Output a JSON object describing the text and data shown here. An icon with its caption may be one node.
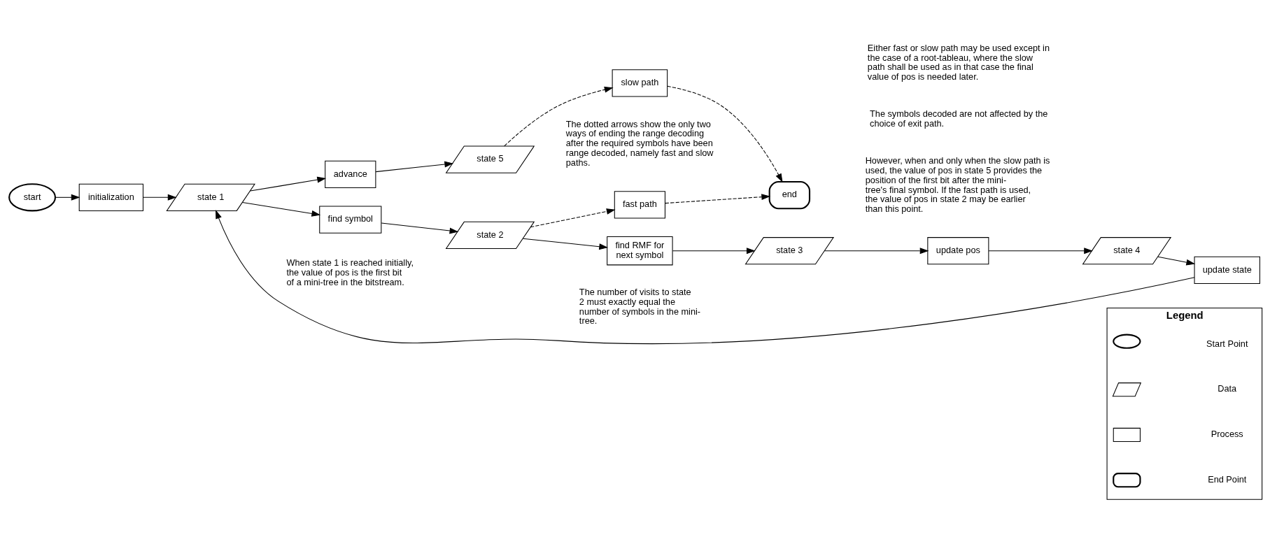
{
  "diagram": {
    "nodes": [
      {
        "text": [
          "start"
        ]
      },
      {
        "text": [
          "initialization"
        ]
      },
      {
        "text": [
          "state 1"
        ]
      },
      {
        "text": [
          "advance"
        ]
      },
      {
        "text": [
          "find symbol"
        ]
      },
      {
        "text": [
          "state 5"
        ]
      },
      {
        "text": [
          "slow path"
        ]
      },
      {
        "text": [
          "fast path"
        ]
      },
      {
        "text": [
          "state 2"
        ]
      },
      {
        "text": [
          "end"
        ]
      },
      {
        "text": [
          "find RMF for next symbol"
        ]
      },
      {
        "text": [
          "state 3"
        ]
      },
      {
        "text": [
          "update pos"
        ]
      },
      {
        "text": [
          "state 4"
        ]
      },
      {
        "text": [
          "update state"
        ]
      },
      {
        "text": [
          "Legend"
        ]
      }
    ],
    "edges": [
      {
        "from": 0,
        "to": 1,
        "arrow": "to"
      },
      {
        "from": 1,
        "to": 2,
        "arrow": "to"
      },
      {
        "from": 2,
        "to": 3,
        "arrow": "to"
      },
      {
        "from": 2,
        "to": 4,
        "arrow": "to"
      },
      {
        "from": 3,
        "to": 5,
        "arrow": "to"
      },
      {
        "from": 5,
        "to": 6,
        "arrow": "to",
        "style": "dashed"
      },
      {
        "from": 4,
        "to": 8,
        "arrow": "to"
      },
      {
        "from": 8,
        "to": 7,
        "arrow": "to",
        "style": "dashed"
      },
      {
        "from": 6,
        "to": 9,
        "arrow": "to",
        "style": "dashed"
      },
      {
        "from": 7,
        "to": 9,
        "arrow": "to",
        "style": "dashed"
      },
      {
        "from": 8,
        "to": 10,
        "arrow": "to"
      },
      {
        "from": 10,
        "to": 11,
        "arrow": "to"
      },
      {
        "from": 11,
        "to": 12,
        "arrow": "to"
      },
      {
        "from": 12,
        "to": 13,
        "arrow": "to"
      },
      {
        "from": 13,
        "to": 14,
        "arrow": "to"
      },
      {
        "from": 14,
        "to": 2,
        "arrow": "to"
      }
    ],
    "labels": [
      "The dotted arrows show the only two ways of ending the range decoding after the required symbols have been range decoded, namely fast and slow paths.",
      "When state 1 is reached initially, the value of pos is the first bit of a mini-tree in the bitstream.",
      "Either fast or slow path may be used except in the case of a root-tableau, where the slow path shall be used as in that case the final value of pos is needed later.",
      "The symbols decoded are not affected by the choice of exit path.",
      "However, when and only when the slow path is used, the value of pos in state 5 provides the position of the first bit after the mini-tree's final symbol. If the fast path is used, the value of pos in state 2 may be earlier than this point.",
      "The number of visits to state 2 must exactly equal the number of symbols in the mini-tree."
    ],
    "legend": [
      {
        "text": "Start Point"
      },
      {
        "text": "Data"
      },
      {
        "text": "Process"
      },
      {
        "text": "End Point"
      }
    ]
  }
}
